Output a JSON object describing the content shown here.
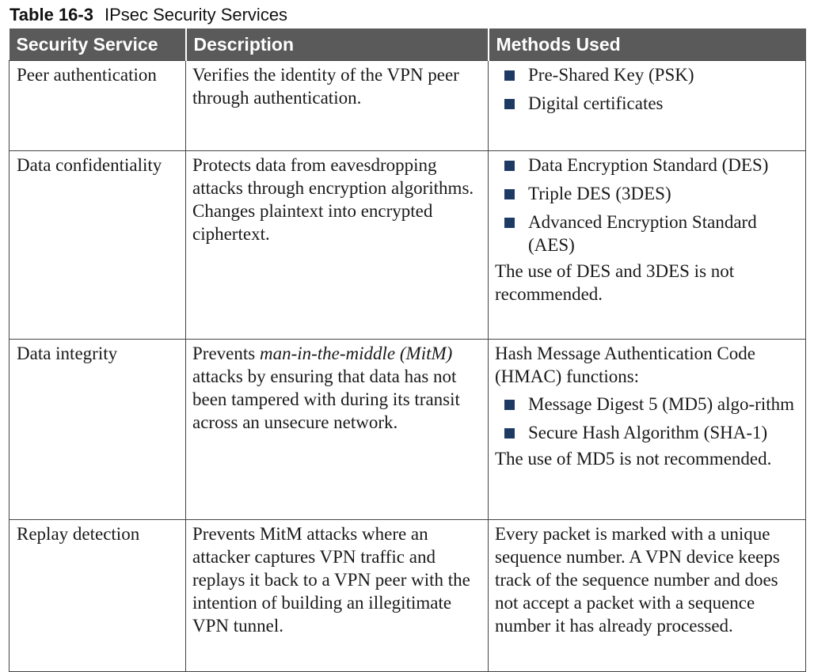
{
  "caption": {
    "number": "Table 16-3",
    "title": "IPsec Security Services"
  },
  "columns": [
    "Security Service",
    "Description",
    "Methods Used"
  ],
  "rows": [
    {
      "service": "Peer authentication",
      "description": "Verifies the identity of the VPN peer through authentication.",
      "methods_intro": "",
      "methods": [
        "Pre-Shared Key (PSK)",
        "Digital certificates"
      ],
      "note": ""
    },
    {
      "service": "Data confidentiality",
      "description": "Protects data from eavesdropping attacks through encryption algorithms. Changes plaintext into encrypted ciphertext.",
      "methods_intro": "",
      "methods": [
        "Data Encryption Standard (DES)",
        "Triple DES (3DES)",
        "Advanced Encryption Standard (AES)"
      ],
      "note": "The use of DES and 3DES is not recommended."
    },
    {
      "service": "Data integrity",
      "description_before": "Prevents ",
      "description_italic": "man-in-the-middle (MitM)",
      "description_after": " attacks by ensuring that data has not been tampered with during its transit across an unsecure network.",
      "methods_intro": "Hash Message Authentication Code (HMAC) functions:",
      "methods": [
        "Message Digest 5 (MD5) algo-rithm",
        "Secure Hash Algorithm (SHA-1)"
      ],
      "note": "The use of MD5 is not recommended."
    },
    {
      "service": "Replay detection",
      "description": "Prevents MitM attacks where an attacker captures VPN traffic and replays it back to a VPN peer with the intention of building an illegitimate VPN tunnel.",
      "methods_text": "Every packet is marked with a unique sequence number. A VPN device keeps track of the sequence number and does not accept a packet with a sequence number it has already processed."
    }
  ],
  "colors": {
    "header_bg": "#5a5a5a",
    "bullet": "#1d3a63",
    "border": "#444444"
  }
}
